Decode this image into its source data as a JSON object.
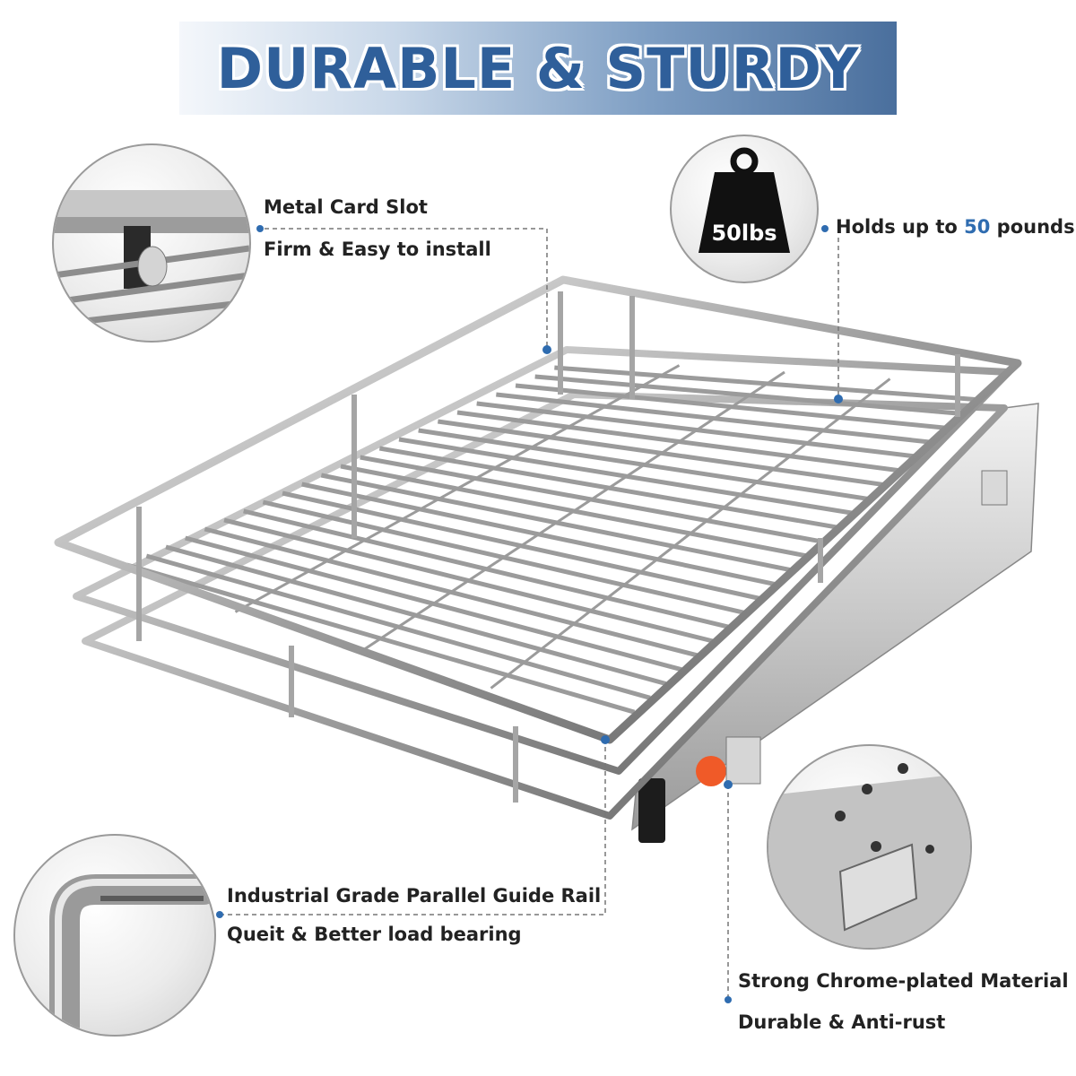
{
  "banner": {
    "title": "DURABLE & STURDY"
  },
  "callouts": {
    "slot_line1": "Metal Card Slot",
    "slot_line2": "Firm & Easy to install",
    "weight_badge": "50lbs",
    "holds_prefix": "Holds up to ",
    "holds_number": "50",
    "holds_suffix": " pounds",
    "rail_line1": "Industrial Grade Parallel Guide Rail",
    "rail_line2": "Queit & Better load bearing",
    "material_line1": "Strong Chrome-plated Material",
    "material_line2": "Durable & Anti-rust"
  },
  "colors": {
    "banner_text": "#2f5f9a",
    "accent_blue": "#2f6cb0",
    "dot_blue": "#2f6cb0",
    "orange_marker": "#f05a28"
  },
  "icons": [
    "weight-icon",
    "metal-card-slot-detail",
    "bent-wire-detail",
    "rail-plate-detail"
  ]
}
